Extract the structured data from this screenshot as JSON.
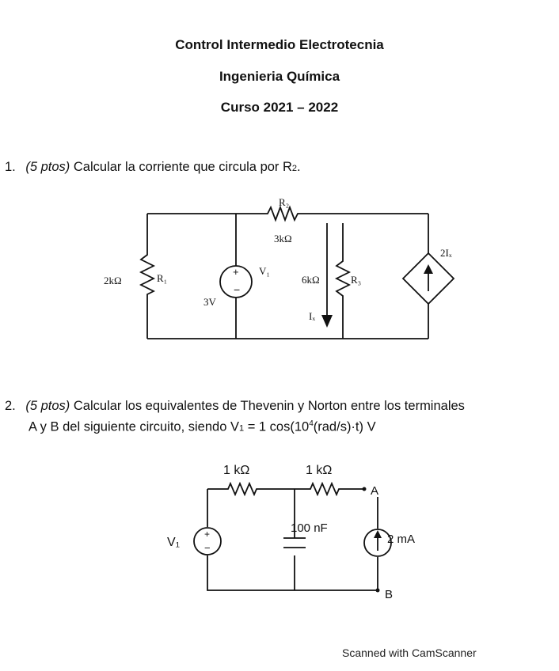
{
  "header": {
    "line1": "Control Intermedio Electrotecnia",
    "line2": "Ingenieria Química",
    "line3": "Curso 2021 – 2022"
  },
  "q1": {
    "number": "1.",
    "points": "(5 ptos)",
    "text": " Calcular la corriente que circula por R",
    "sub": "2",
    "end": ".",
    "circuit": {
      "r2_label": "R₂",
      "r2_value": "3kΩ",
      "r1_left_value": "2kΩ",
      "r1_left_label": "R₁",
      "v1_label": "V₁",
      "v1_value": "3V",
      "r3_value": "6kΩ",
      "r3_label": "R₃",
      "ix_label": "Iₓ",
      "dep_label": "2Iₓ"
    }
  },
  "q2": {
    "number": "2.",
    "points": "(5 ptos)",
    "line1": " Calcular los equivalentes de Thevenin y Norton entre los terminales",
    "line2a": "A y B del siguiente circuito, siendo V",
    "line2sub": "1",
    "line2b": " = 1 cos(10",
    "line2sup": "4",
    "line2c": "(rad/s)·t) V",
    "circuit": {
      "r_left": "1 kΩ",
      "r_right": "1 kΩ",
      "v1_label": "V₁",
      "cap": "100 nF",
      "isrc": "2 mA",
      "term_a": "A",
      "term_b": "B"
    }
  },
  "footer": "Scanned with CamScanner"
}
